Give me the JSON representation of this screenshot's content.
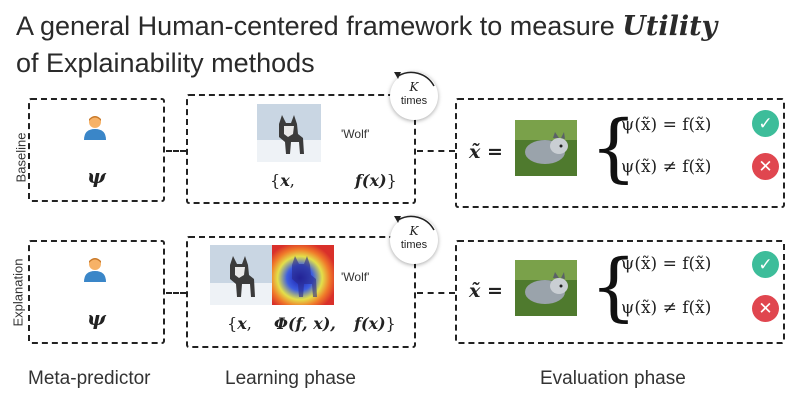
{
  "title": {
    "line1_prefix": "A general Human-centered framework to measure ",
    "line1_emph": "Utility",
    "line2": "of Explainability methods"
  },
  "rows": {
    "baseline": {
      "label": "Baseline",
      "learning_prefix": "{",
      "learning_x": "x",
      "learning_comma": ",",
      "learning_fx": "f(x)",
      "learning_suffix": "}"
    },
    "explanation": {
      "label": "Explanation",
      "learning_prefix": "{",
      "learning_x": "x",
      "learning_comma": ",",
      "learning_phi": "Φ(f, x),",
      "learning_fx": "f(x)",
      "learning_suffix": "}"
    }
  },
  "wolf_label": "'Wolf'",
  "meta_psi": "ψ",
  "k_times": {
    "k": "K",
    "times": "times"
  },
  "evaluation": {
    "x_tilde": "x̃ =",
    "eq_true": "ψ(x̃) = f(x̃)",
    "eq_false": "ψ(x̃) ≠ f(x̃)"
  },
  "icons": {
    "person": "person-icon",
    "check": "check-icon",
    "cross": "cross-icon",
    "cycle": "cycle-arrow-icon"
  },
  "colors": {
    "check": "#3dbd9a",
    "cross": "#e0464f",
    "person_skin": "#f7b267",
    "person_shirt": "#3a86c8"
  },
  "bottom_labels": {
    "meta": "Meta-predictor",
    "learning": "Learning phase",
    "evaluation": "Evaluation phase"
  }
}
